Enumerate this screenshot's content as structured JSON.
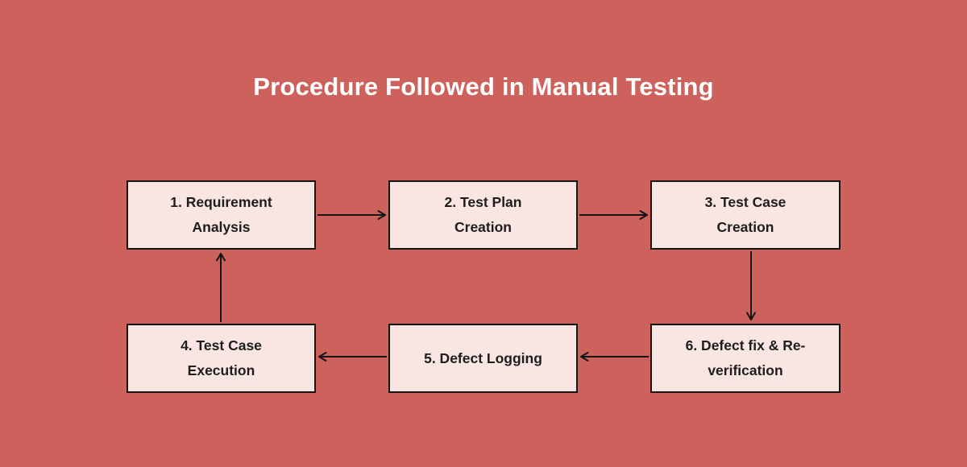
{
  "title": "Procedure Followed in Manual Testing",
  "colors": {
    "background": "#cd615b",
    "box_fill": "#f9e5e2",
    "box_border": "#141414",
    "arrow": "#141414",
    "title_text": "#ffffff",
    "box_text": "#1d1d1d"
  },
  "nodes": [
    {
      "id": "requirement-analysis",
      "line1": "1. Requirement",
      "line2": "Analysis"
    },
    {
      "id": "test-plan-creation",
      "line1": "2. Test Plan",
      "line2": "Creation"
    },
    {
      "id": "test-case-creation",
      "line1": "3. Test Case",
      "line2": "Creation"
    },
    {
      "id": "test-case-execution",
      "line1": "4. Test Case",
      "line2": "Execution"
    },
    {
      "id": "defect-logging",
      "line1": "5. Defect Logging",
      "line2": ""
    },
    {
      "id": "defect-fix-reverification",
      "line1": "6. Defect fix & Re-",
      "line2": "verification"
    }
  ],
  "edges": [
    {
      "from": "requirement-analysis",
      "to": "test-plan-creation",
      "direction": "right"
    },
    {
      "from": "test-plan-creation",
      "to": "test-case-creation",
      "direction": "right"
    },
    {
      "from": "test-case-creation",
      "to": "defect-fix-reverification",
      "direction": "down"
    },
    {
      "from": "defect-fix-reverification",
      "to": "defect-logging",
      "direction": "left"
    },
    {
      "from": "defect-logging",
      "to": "test-case-execution",
      "direction": "left"
    },
    {
      "from": "test-case-execution",
      "to": "requirement-analysis",
      "direction": "up"
    }
  ]
}
